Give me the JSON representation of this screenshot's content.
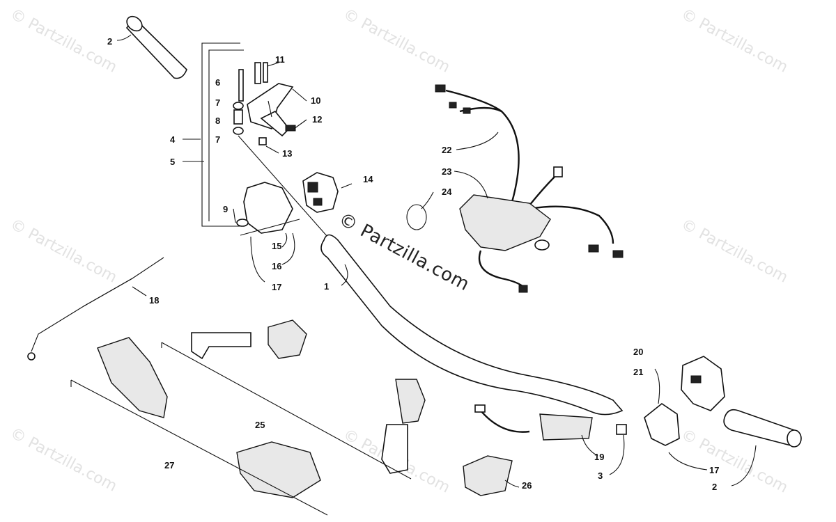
{
  "watermark": "© Partzilla.com",
  "center_watermark": "© Partzilla.com",
  "callouts": [
    {
      "id": "c2a",
      "text": "2"
    },
    {
      "id": "c11",
      "text": "11"
    },
    {
      "id": "c6",
      "text": "6"
    },
    {
      "id": "c10",
      "text": "10"
    },
    {
      "id": "c7a",
      "text": "7"
    },
    {
      "id": "c8",
      "text": "8"
    },
    {
      "id": "c12",
      "text": "12"
    },
    {
      "id": "c7b",
      "text": "7"
    },
    {
      "id": "c4",
      "text": "4"
    },
    {
      "id": "c13",
      "text": "13"
    },
    {
      "id": "c5",
      "text": "5"
    },
    {
      "id": "c14",
      "text": "14"
    },
    {
      "id": "c9",
      "text": "9"
    },
    {
      "id": "c15",
      "text": "15"
    },
    {
      "id": "c16",
      "text": "16"
    },
    {
      "id": "c17a",
      "text": "17"
    },
    {
      "id": "c1",
      "text": "1"
    },
    {
      "id": "c18",
      "text": "18"
    },
    {
      "id": "c22",
      "text": "22"
    },
    {
      "id": "c23",
      "text": "23"
    },
    {
      "id": "c24",
      "text": "24"
    },
    {
      "id": "c20",
      "text": "20"
    },
    {
      "id": "c21",
      "text": "21"
    },
    {
      "id": "c25",
      "text": "25"
    },
    {
      "id": "c19",
      "text": "19"
    },
    {
      "id": "c27",
      "text": "27"
    },
    {
      "id": "c26",
      "text": "26"
    },
    {
      "id": "c3",
      "text": "3"
    },
    {
      "id": "c17b",
      "text": "17"
    },
    {
      "id": "c2b",
      "text": "2"
    }
  ]
}
